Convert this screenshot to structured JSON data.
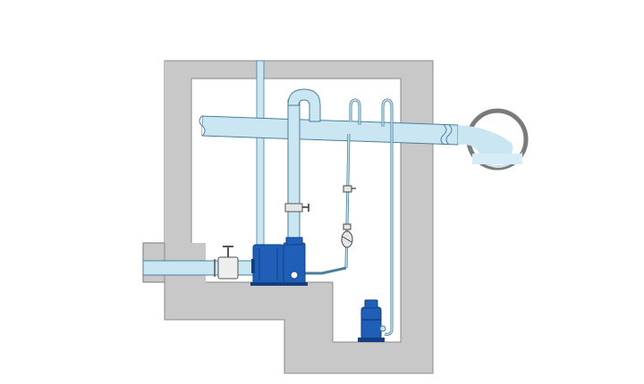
{
  "diagram": {
    "kind": "pumping-station-cross-section",
    "colors": {
      "concrete": "#c8c8c8",
      "concrete_edge": "#7a7a7a",
      "pipe_fill": "#c9e6f2",
      "pipe_edge": "#4a7f9a",
      "pump_blue": "#1f5fb8",
      "pump_dark": "#133f80",
      "water": "#d6ecf6",
      "valve": "#6a6a6a"
    },
    "components": [
      {
        "id": "wet-well-structure",
        "icon": "concrete-structure"
      },
      {
        "id": "inlet-pipe",
        "icon": "pipe"
      },
      {
        "id": "gate-valve",
        "icon": "valve-icon"
      },
      {
        "id": "dry-pit-pump",
        "icon": "pump-icon"
      },
      {
        "id": "pump-motor",
        "icon": "motor-icon"
      },
      {
        "id": "vertical-discharge-pipe",
        "icon": "pipe"
      },
      {
        "id": "discharge-header-pipe",
        "icon": "pipe"
      },
      {
        "id": "outlet-culvert",
        "icon": "culvert-icon"
      },
      {
        "id": "vent-pipe",
        "icon": "pipe"
      },
      {
        "id": "check-valve",
        "icon": "valve-icon"
      },
      {
        "id": "small-pressure-pipe",
        "icon": "pipe"
      },
      {
        "id": "small-valve",
        "icon": "valve-icon"
      },
      {
        "id": "flow-meter",
        "icon": "meter-icon"
      },
      {
        "id": "submersible-pump",
        "icon": "pump-icon"
      },
      {
        "id": "sump-pipe",
        "icon": "pipe"
      }
    ]
  }
}
